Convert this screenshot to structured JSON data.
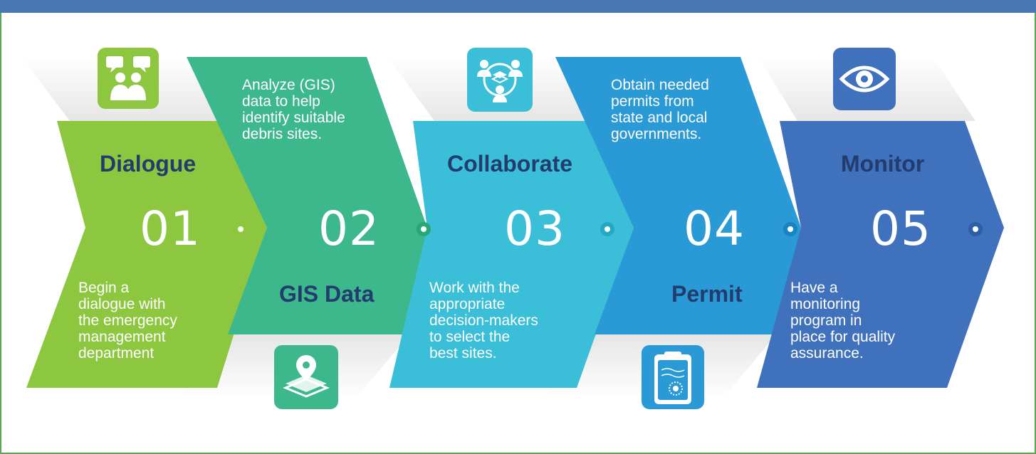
{
  "colors": {
    "step1": "#8dc63f",
    "step2": "#3db78c",
    "step3": "#3bbfd9",
    "step4": "#2a9ad6",
    "step5": "#3f71bd",
    "title_text": "#223c6e",
    "top_bar": "#4878b4",
    "frame_border": "#57a957"
  },
  "steps": [
    {
      "number": "01",
      "title": "Dialogue",
      "description": "Begin a\ndialogue with\nthe emergency\nmanagement\ndepartment",
      "icon": "people-chat-icon"
    },
    {
      "number": "02",
      "title": "GIS Data",
      "description": "Analyze (GIS)\ndata to help\nidentify suitable\ndebris sites.",
      "icon": "map-layers-pin-icon"
    },
    {
      "number": "03",
      "title": "Collaborate",
      "description": "Work with the\nappropriate\ndecision-makers\nto select the\nbest sites.",
      "icon": "collaboration-network-icon"
    },
    {
      "number": "04",
      "title": "Permit",
      "description": "Obtain needed\npermits from\nstate and local\ngovernments.",
      "icon": "clipboard-seal-icon"
    },
    {
      "number": "05",
      "title": "Monitor",
      "description": "Have a\nmonitoring\nprogram in\nplace for quality\nassurance.",
      "icon": "eye-icon"
    }
  ]
}
